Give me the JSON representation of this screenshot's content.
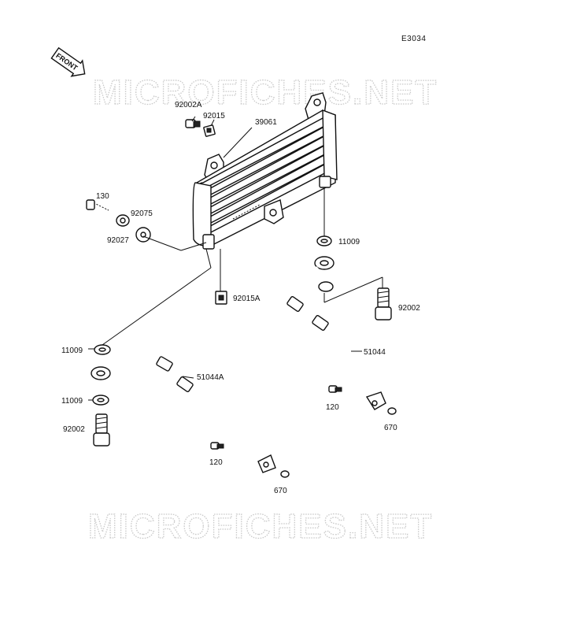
{
  "diagram_code": "E3034",
  "front_label": "FRONT",
  "watermark": "MICROFICHES.NET",
  "parts": {
    "p39061": "39061",
    "p92002A": "92002A",
    "p92015": "92015",
    "p130": "130",
    "p92075": "92075",
    "p92027": "92027",
    "p11009_top": "11009",
    "p92015A": "92015A",
    "p92002_right": "92002",
    "p51044": "51044",
    "p11009_left1": "11009",
    "p51044A": "51044A",
    "p11009_left2": "11009",
    "p92002_left": "92002",
    "p120_right": "120",
    "p670_right": "670",
    "p120_left": "120",
    "p670_left": "670"
  }
}
